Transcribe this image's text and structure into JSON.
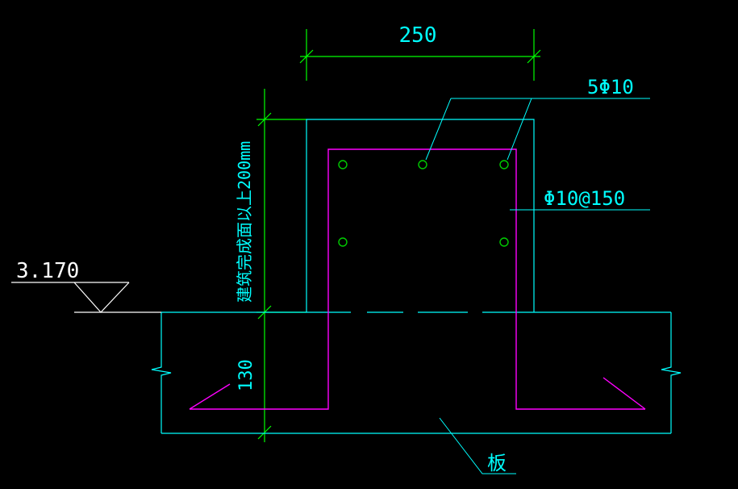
{
  "colors": {
    "background": "#000000",
    "dimension": "#00ff00",
    "concrete": "#00ffff",
    "rebar": "#ff00ff",
    "text": "#00ffff",
    "level": "#ffffff",
    "bar_section": "#00cc00"
  },
  "labels": {
    "width_dim": "250",
    "top_bars": "5Φ10",
    "stirrup": "Φ10@150",
    "height_note": "建筑完成面以上200mm",
    "slab_dim": "130",
    "elevation": "3.170",
    "slab": "板"
  }
}
